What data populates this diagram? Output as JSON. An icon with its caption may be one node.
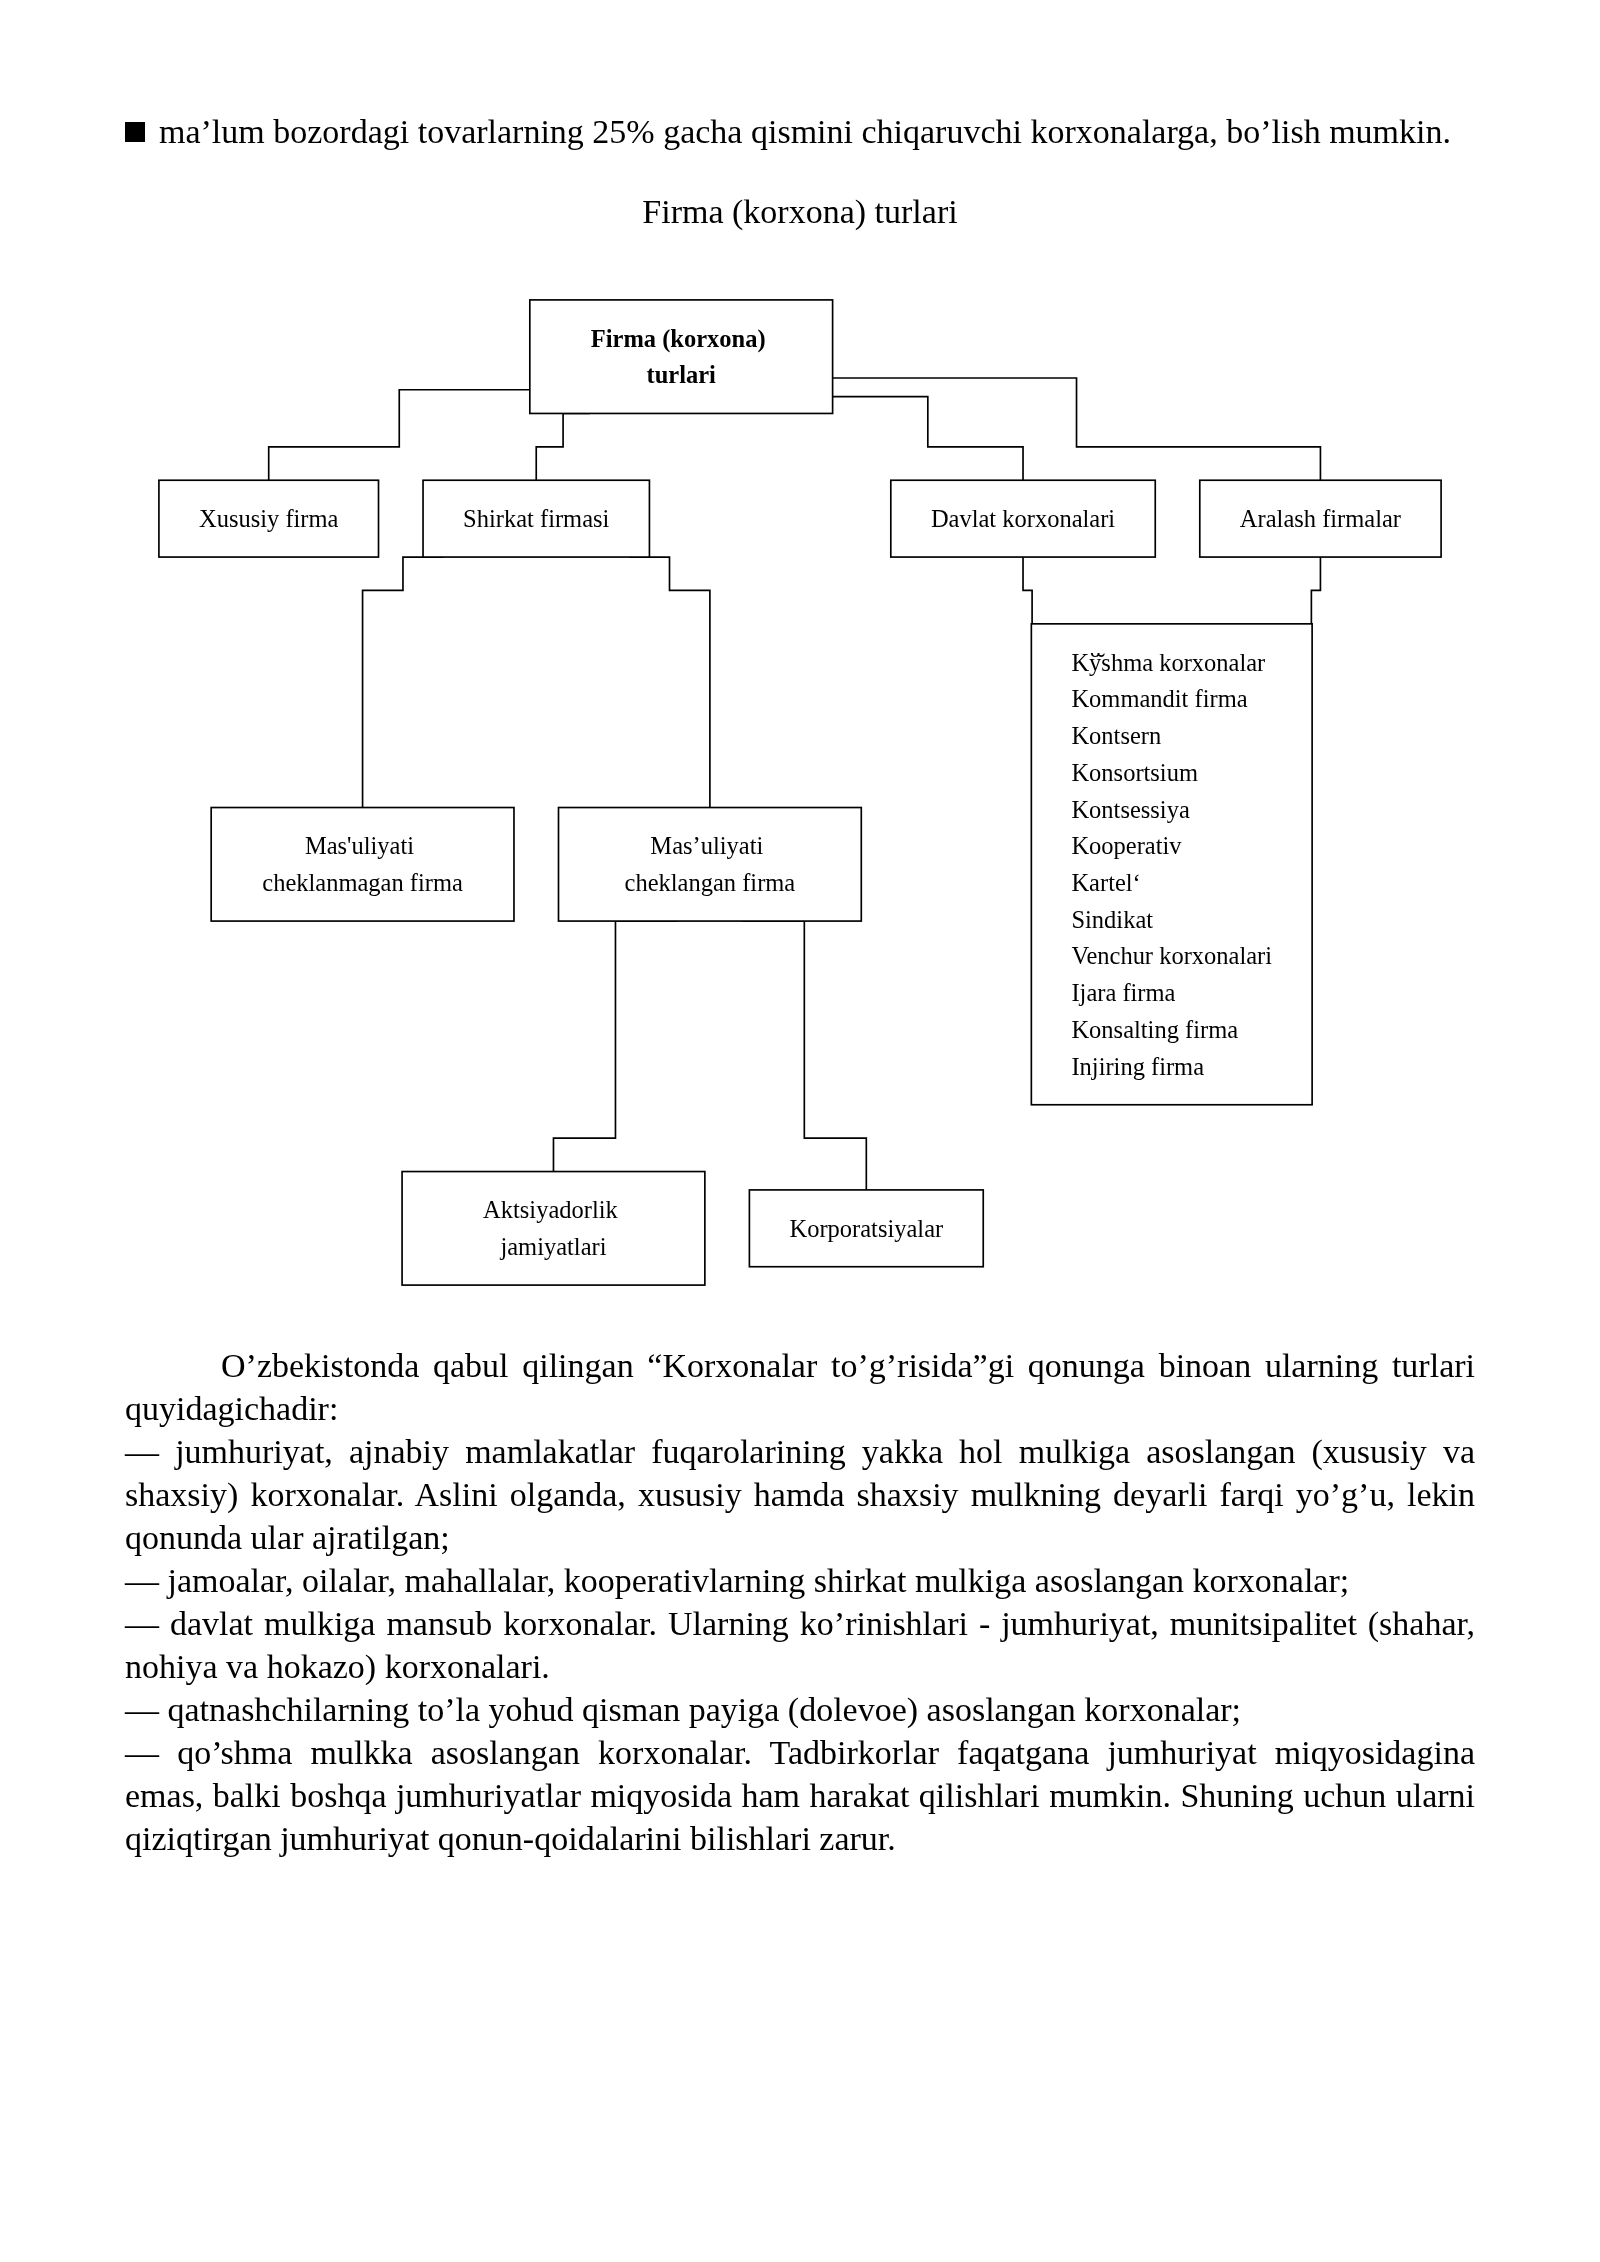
{
  "diagram": {
    "title": "Firma (korxona) turlari",
    "nodes": [
      {
        "text": [
          "Firma (korxona) turlari"
        ]
      },
      {
        "text": [
          "Xususiy firma"
        ]
      },
      {
        "text": [
          "Shirkat firmasi"
        ]
      },
      {
        "text": [
          "Davlat korxonalari"
        ]
      },
      {
        "text": [
          "Aralash firmalar"
        ]
      },
      {
        "text": [
          "Mas'uliyati cheklanmagan firma"
        ]
      },
      {
        "text": [
          "Mas’uliyati cheklangan firma"
        ]
      },
      {
        "text": [
          "Kў̆shma korxonalar",
          "Kommandit firma",
          "Kontsern",
          "Konsortsium",
          "Kontsessiya",
          "Kooperativ",
          "Kartel‘",
          "Sindikat",
          "Venchur korxonalari",
          "Ijara firma",
          "Konsalting firma",
          "Injiring firma"
        ]
      },
      {
        "text": [
          "Aktsiyadorlik jamiyatlari"
        ]
      },
      {
        "text": [
          "Korporatsiyalar"
        ]
      }
    ],
    "edges": [
      {
        "from": 0,
        "to": 1,
        "arrow": "none"
      },
      {
        "from": 0,
        "to": 2,
        "arrow": "none"
      },
      {
        "from": 0,
        "to": 3,
        "arrow": "none"
      },
      {
        "from": 0,
        "to": 4,
        "arrow": "none"
      },
      {
        "from": 2,
        "to": 5,
        "arrow": "none"
      },
      {
        "from": 2,
        "to": 6,
        "arrow": "none"
      },
      {
        "from": 3,
        "to": 7,
        "arrow": "none"
      },
      {
        "from": 4,
        "to": 7,
        "arrow": "none"
      },
      {
        "from": 6,
        "to": 8,
        "arrow": "none"
      },
      {
        "from": 6,
        "to": 9,
        "arrow": "none"
      }
    ],
    "labels": [
      "ma’lum bozordagi tovarlarning 25% gacha qismini chiqaruvchi korxonalarga, bo’lish mumkin.",
      "O’zbekistonda qabul qilingan “Korxonalar to’g’risida”gi qonunga binoan ularning turlari quyidagichadir:",
      "— jumhuriyat, ajnabiy mamlakatlar fuqarolarining yakka hol mulkiga asoslangan (xususiy va shaxsiy) korxonalar. Aslini olganda, xususiy hamda shaxsiy mulkning deyarli farqi yo’g’u, lekin qonunda ular ajratilgan;",
      "— jamoalar, oilalar, mahallalar, kooperativlarning shirkat mulkiga asoslangan korxonalar;",
      "— davlat mulkiga mansub korxonalar. Ularning ko’rinishlari - jumhuriyat, munitsipalitet (shahar, nohiya va hokazo) korxonalari.",
      "— qatnashchilarning to’la yohud qisman payiga (dolevoe) asoslangan korxonalar;",
      "— qo’shma mulkka asoslangan korxonalar. Tadbirkorlar faqatgana jumhuriyat miqyosidagina emas, balki boshqa jumhuriyatlar miqyosida ham harakat qilishlari mumkin. Shuning uchun ularni qiziqtirgan jumhuriyat qonun-qoidalarini bilishlari zarur."
    ]
  }
}
